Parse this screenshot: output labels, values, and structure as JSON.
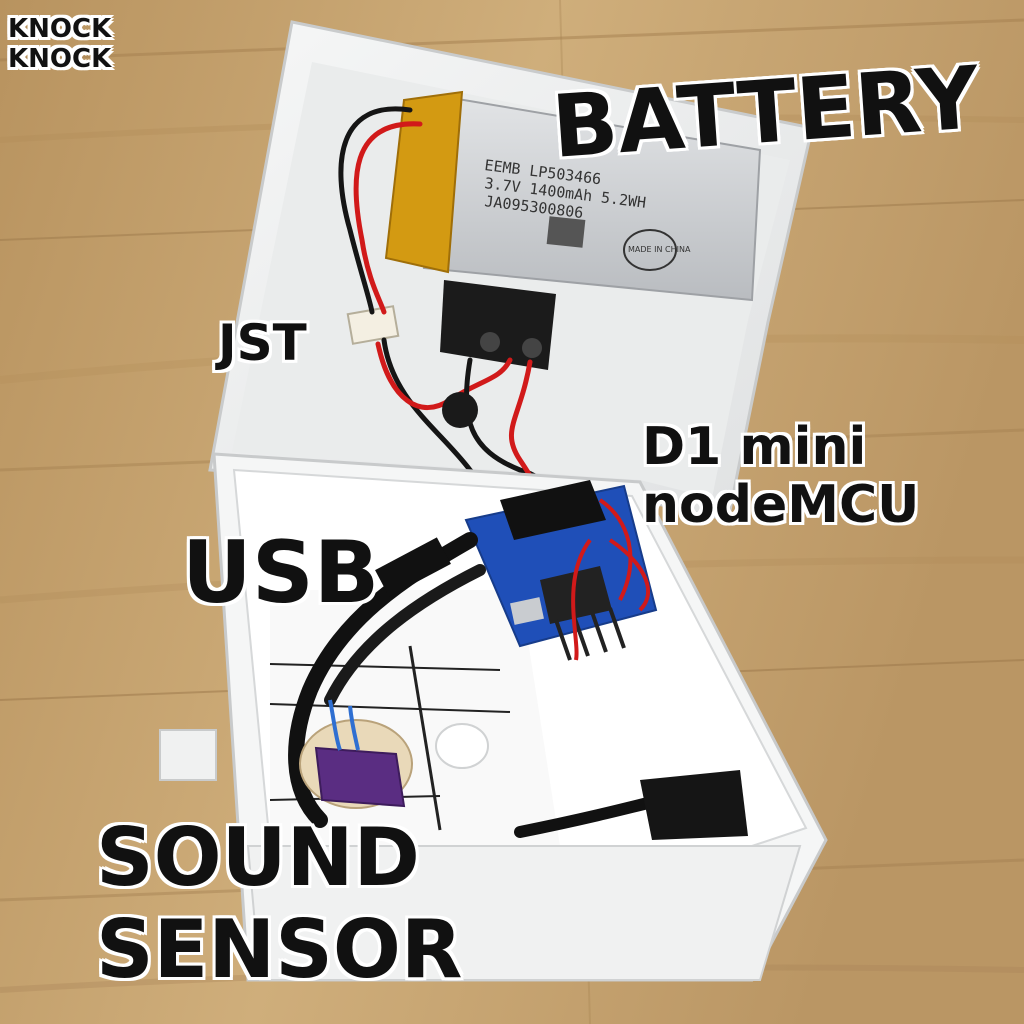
{
  "labels": {
    "knock_line1": "KNOCK",
    "knock_line2": "KNOCK",
    "battery": "BATTERY",
    "jst": "JST",
    "d1_line1": "D1 mini",
    "d1_line2": "nodeMCU",
    "usb": "USB",
    "sound_line1": "SOUND",
    "sound_line2": "SENSOR"
  },
  "battery_print": {
    "line1": "EEMB LP503466",
    "line2": "3.7V 1400mAh 5.2WH",
    "line3": "JA095300806",
    "badge": "MADE IN CHINA"
  },
  "colors": {
    "wood_light": "#c9a877",
    "wood_dark": "#a98456",
    "enclosure": "#f3f4f4",
    "battery_body": "#c9ccd0",
    "kapton": "#d39a12",
    "pcb_blue": "#1f4fb8",
    "sensor_purple": "#5a2d82",
    "wire_red": "#d11a1a",
    "wire_black": "#151515"
  }
}
